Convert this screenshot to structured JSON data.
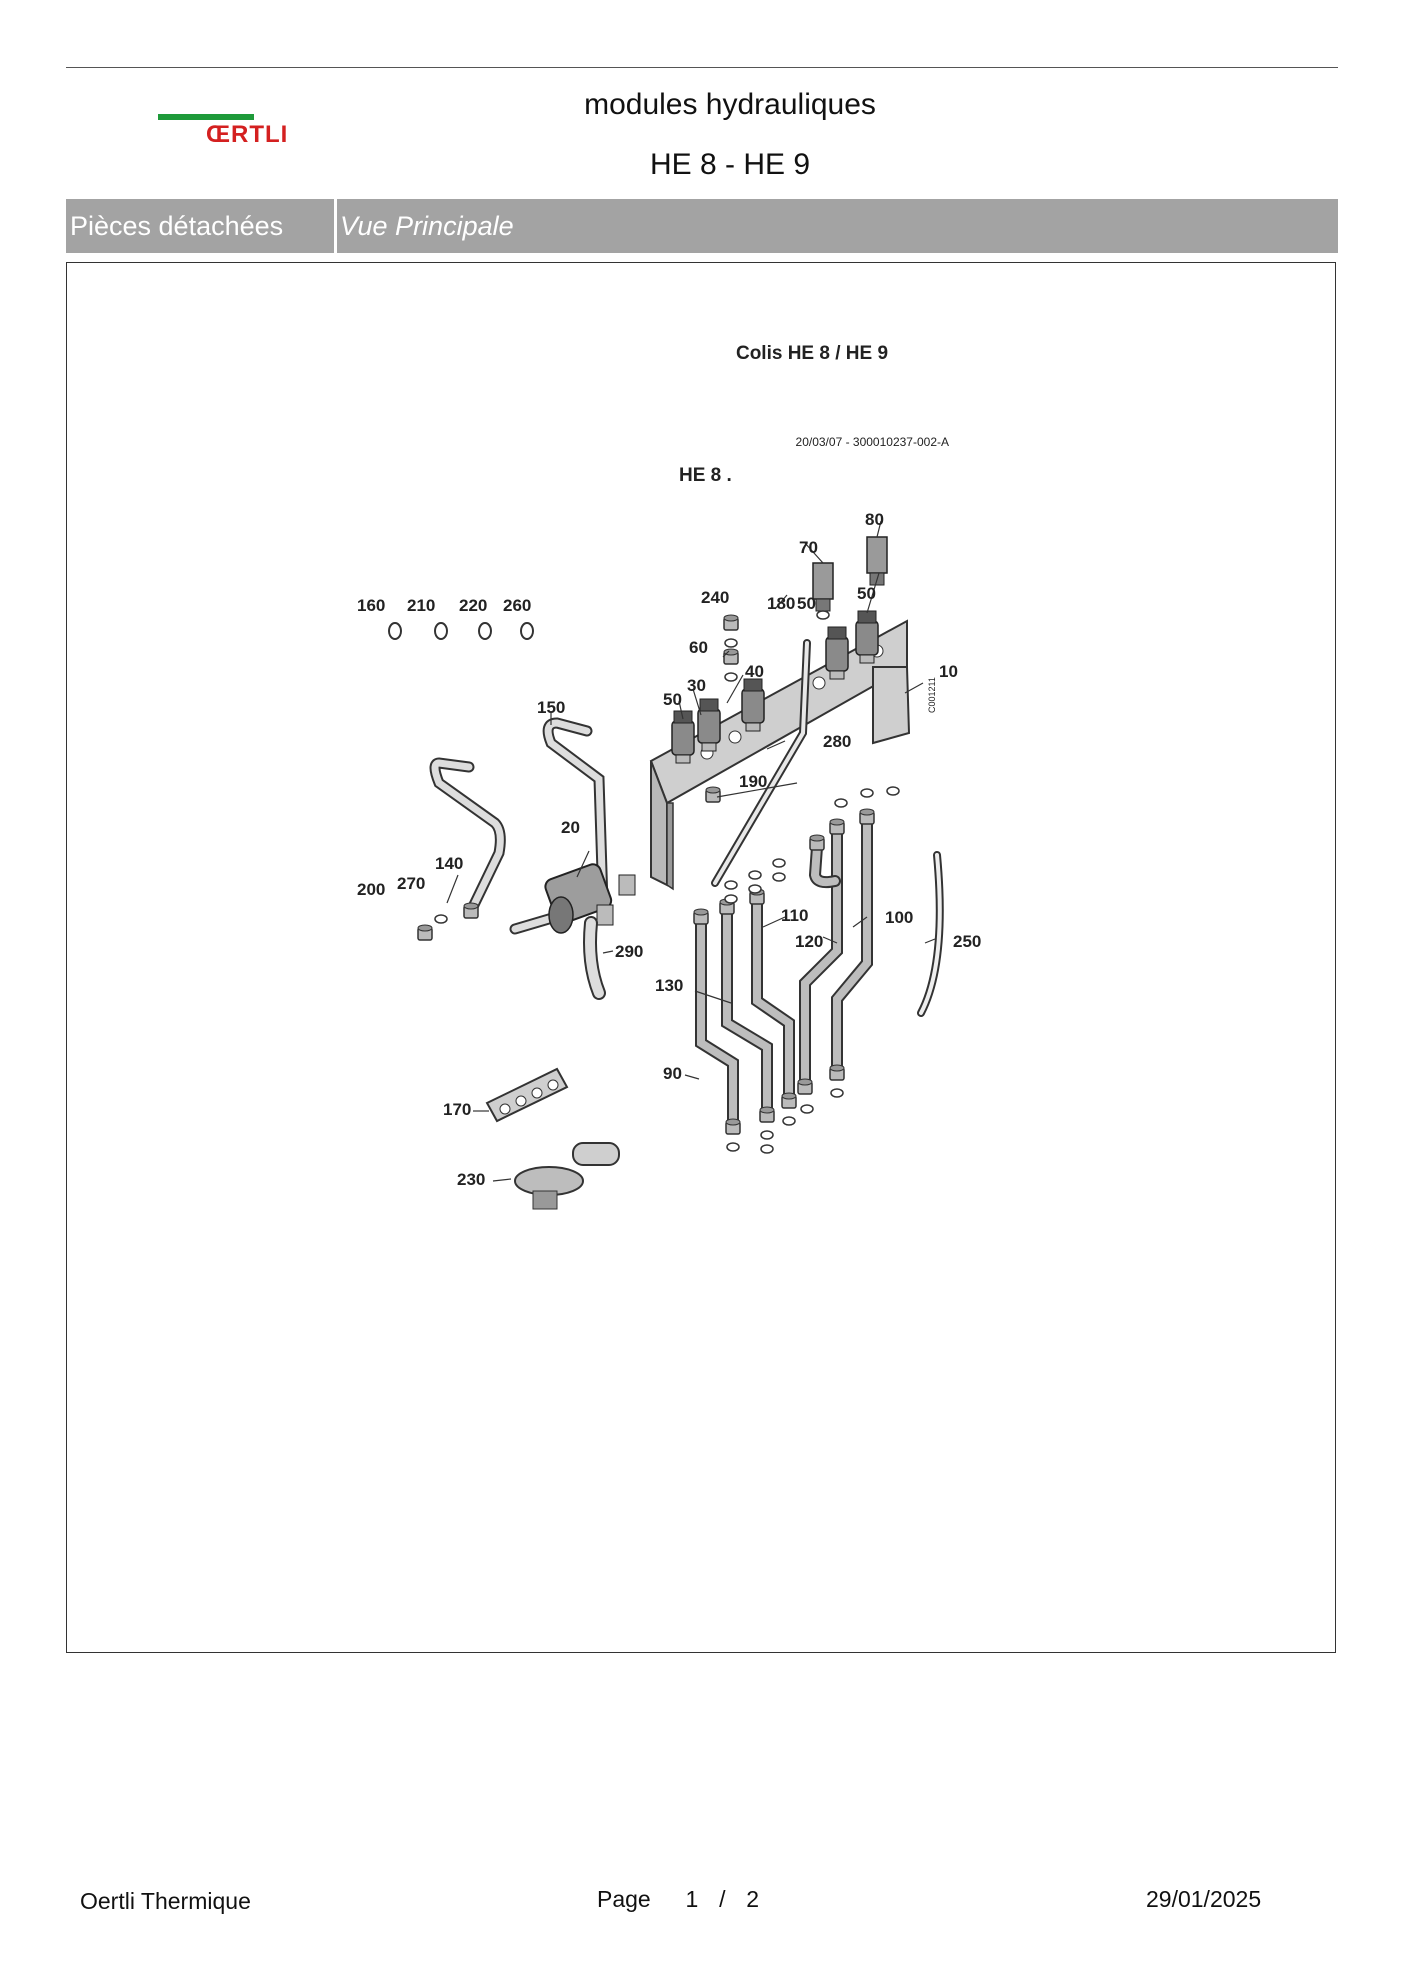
{
  "header": {
    "brand": "ŒRTLI",
    "title": "modules hydrauliques",
    "subtitle": "HE 8 - HE 9"
  },
  "band": {
    "section": "Pièces détachées",
    "view": "Vue Principale"
  },
  "diagram": {
    "package_title": "Colis HE 8 / HE 9",
    "reference": "20/03/07 - 300010237-002-A",
    "model": "HE 8 .",
    "drawing_code": "C001211",
    "part_labels": [
      "10",
      "20",
      "30",
      "40",
      "50",
      "50",
      "50",
      "60",
      "70",
      "80",
      "90",
      "100",
      "110",
      "120",
      "130",
      "140",
      "150",
      "160",
      "170",
      "180",
      "190",
      "200",
      "210",
      "220",
      "230",
      "240",
      "250",
      "260",
      "270",
      "280",
      "290"
    ],
    "colors": {
      "line": "#333333",
      "fill": "#d6d6d6",
      "frame_fill": "#cfcfcf"
    }
  },
  "footer": {
    "company": "Oertli Thermique",
    "page_label": "Page",
    "page_current": "1",
    "page_sep": "/",
    "page_total": "2",
    "date": "29/01/2025"
  }
}
